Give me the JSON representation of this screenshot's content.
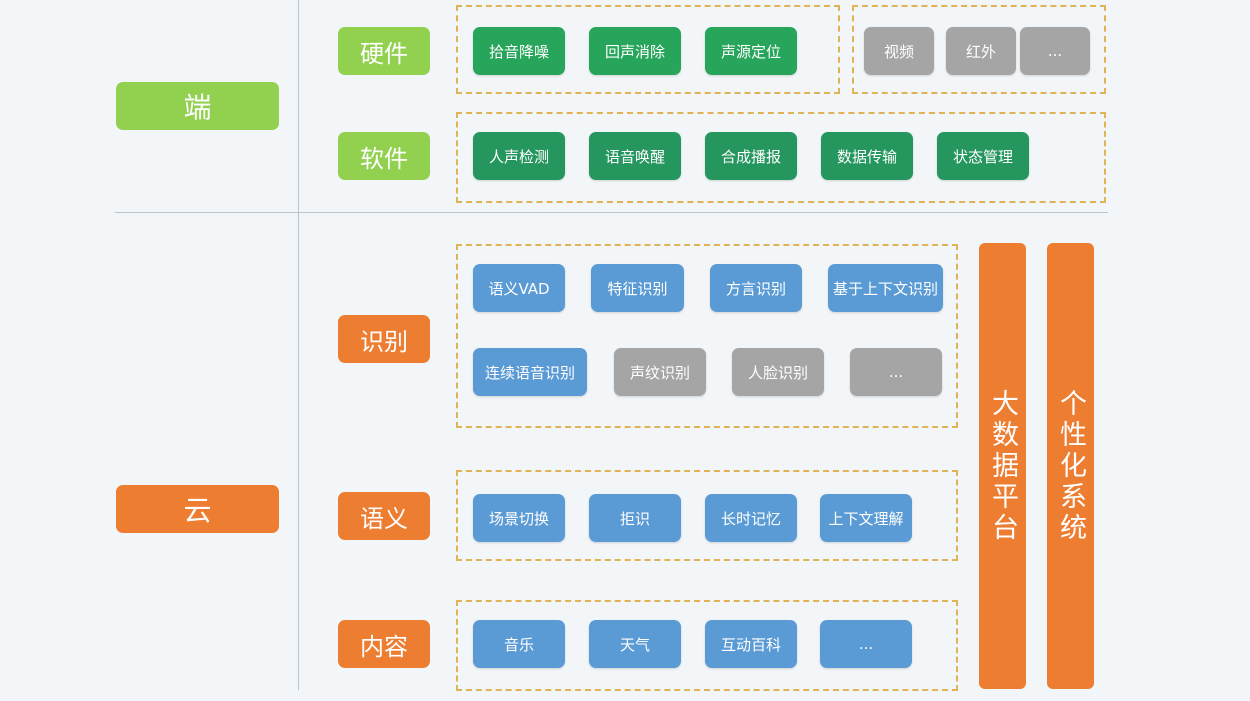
{
  "duan": {
    "label": "端",
    "hardware": {
      "label": "硬件",
      "items": [
        "拾音降噪",
        "回声消除",
        "声源定位"
      ],
      "extra": [
        "视频",
        "红外",
        "..."
      ]
    },
    "software": {
      "label": "软件",
      "items": [
        "人声检测",
        "语音唤醒",
        "合成播报",
        "数据传输",
        "状态管理"
      ]
    }
  },
  "yun": {
    "label": "云",
    "recognition": {
      "label": "识别",
      "row1": [
        "语义VAD",
        "特征识别",
        "方言识别",
        "基于上下文识别"
      ],
      "row2": [
        "连续语音识别",
        "声纹识别",
        "人脸识别",
        "..."
      ]
    },
    "semantics": {
      "label": "语义",
      "items": [
        "场景切换",
        "拒识",
        "长时记忆",
        "上下文理解"
      ]
    },
    "content": {
      "label": "内容",
      "items": [
        "音乐",
        "天气",
        "互动百科",
        "..."
      ]
    }
  },
  "pillars": {
    "big_data": "大数据平台",
    "personalization": "个性化系统"
  },
  "colors": {
    "green": "#92d050",
    "orange": "#ed7d31",
    "chip_green": "#27a55a",
    "chip_blue": "#5b9bd5",
    "chip_gray": "#a5a5a5",
    "dash": "#e0b455"
  }
}
